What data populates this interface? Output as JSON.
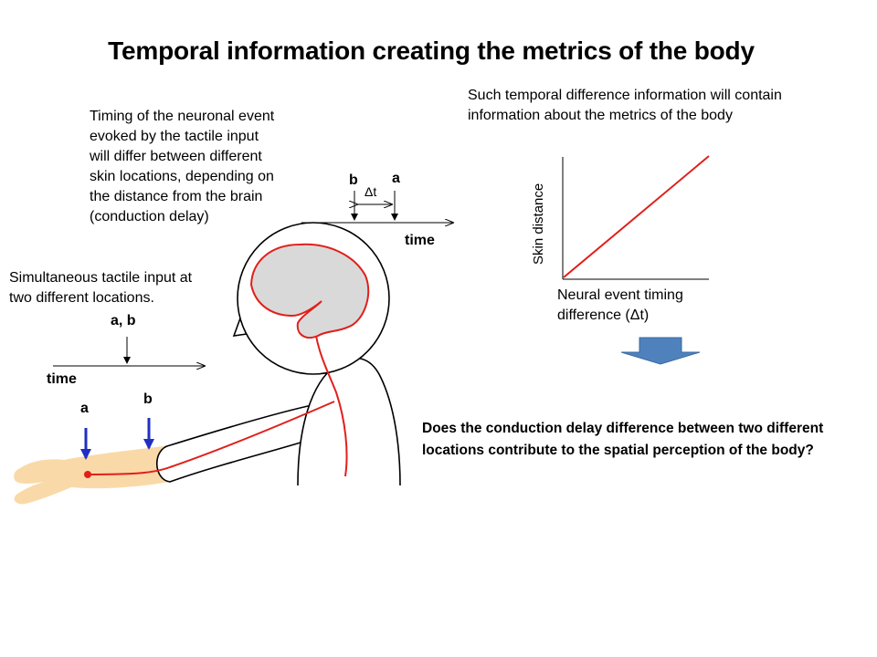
{
  "title": "Temporal information creating the metrics of the body",
  "conduction_note": {
    "lines": [
      "Timing of the neuronal event",
      "evoked by the tactile input",
      "will differ between different",
      "skin locations, depending on",
      "the distance from the brain",
      "(conduction delay)"
    ]
  },
  "metrics_note": {
    "lines": [
      "Such temporal difference information will contain",
      "information about the metrics of the body"
    ]
  },
  "simultaneous_note": {
    "lines": [
      "Simultaneous tactile input at",
      "two different locations."
    ]
  },
  "left_timeline": {
    "event_label": "a, b",
    "axis_label": "time"
  },
  "right_timeline": {
    "label_b": "b",
    "label_a": "a",
    "delta_label": "Δt",
    "axis_label": "time"
  },
  "arm_labels": {
    "a": "a",
    "b": "b"
  },
  "graph": {
    "ylabel": "Skin distance",
    "xlabel_lines": [
      "Neural event timing",
      "difference (Δt)"
    ]
  },
  "question": "Does the conduction delay difference between two different locations contribute to the spatial perception of the body?",
  "colors": {
    "nerve": "#e0201b",
    "stimulus": "#1f2fc4",
    "skin": "#fad9a8",
    "brain": "#d9d9d9",
    "down_arrow": "#4f81bd"
  }
}
